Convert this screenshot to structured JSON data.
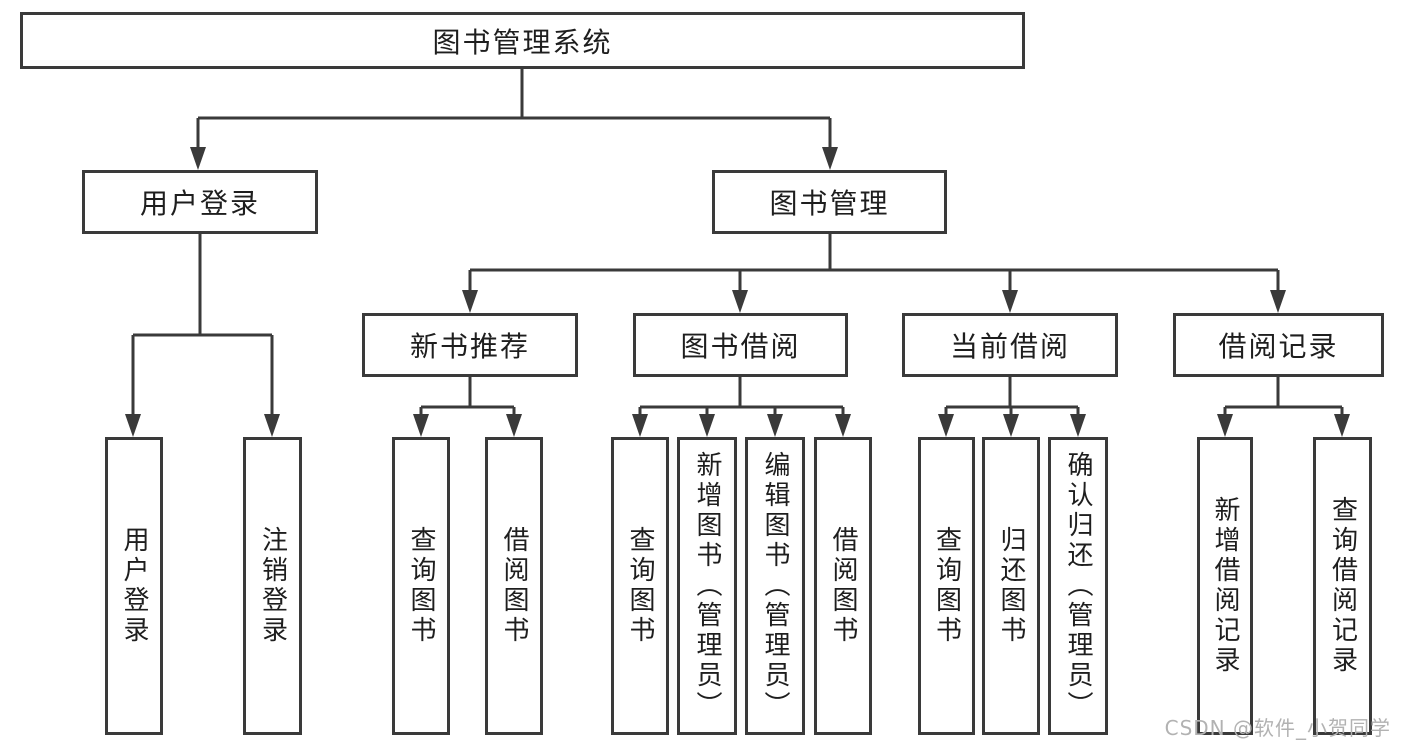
{
  "tree": {
    "root": {
      "label": "图书管理系统"
    },
    "login": {
      "label": "用户登录",
      "leaves": [
        "用户登录",
        "注销登录"
      ]
    },
    "mgmt": {
      "label": "图书管理",
      "sections": [
        {
          "label": "新书推荐",
          "leaves": [
            "查询图书",
            "借阅图书"
          ]
        },
        {
          "label": "图书借阅",
          "leaves": [
            "查询图书",
            "新增图书（管理员）",
            "编辑图书（管理员）",
            "借阅图书"
          ]
        },
        {
          "label": "当前借阅",
          "leaves": [
            "查询图书",
            "归还图书",
            "确认归还（管理员）"
          ]
        },
        {
          "label": "借阅记录",
          "leaves": [
            "新增借阅记录",
            "查询借阅记录"
          ]
        }
      ]
    }
  },
  "watermark": "CSDN @软件_小贺同学",
  "colors": {
    "line": "#3a3a3a",
    "text": "#1e1e1e",
    "watermark": "#b2b2b2",
    "background": "#ffffff"
  }
}
